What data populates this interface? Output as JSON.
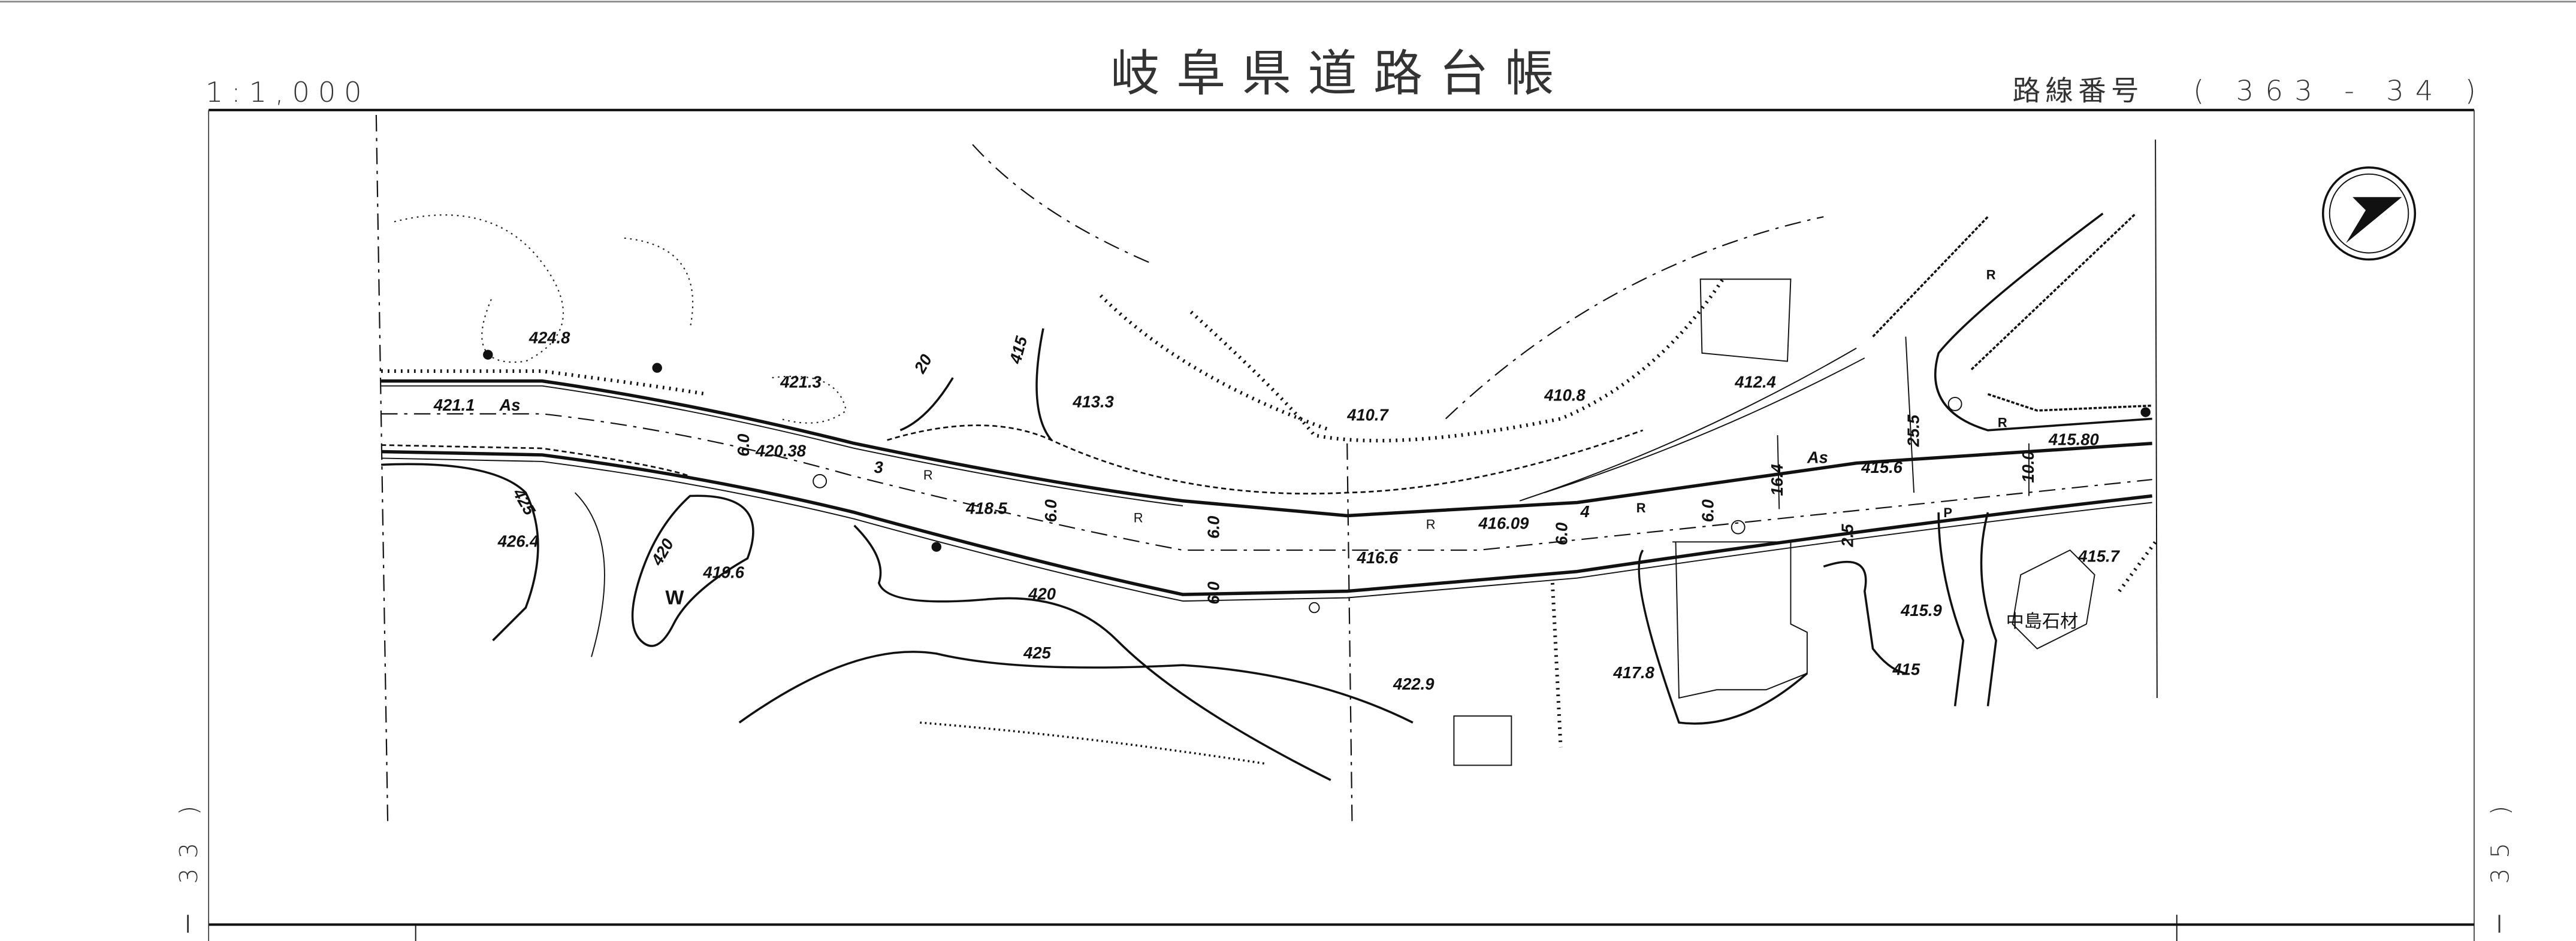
{
  "header": {
    "scale": "1:1,000",
    "title": "岐阜県道路台帳",
    "route_label": "路線番号",
    "route_number": "( 363 - 34 )"
  },
  "margins": {
    "left_sheet": "－ 33 )",
    "right_sheet": "－ 35 )"
  },
  "north_arrow": "north-arrow-icon",
  "map": {
    "elevations": [
      "424.8",
      "421.3",
      "413.3",
      "410.7",
      "410.8",
      "412.4",
      "421.1",
      "420.38",
      "418.5",
      "416.6",
      "416.09",
      "415.6",
      "415.80",
      "415.7",
      "415.9",
      "417.8",
      "422.9",
      "426.4",
      "419.6"
    ],
    "contours": [
      "420",
      "425",
      "420",
      "425",
      "20",
      "415",
      "415"
    ],
    "stations": [
      "3",
      "4"
    ],
    "widths": [
      "6.0",
      "6.0",
      "6.0",
      "6.0",
      "6.0",
      "6.0",
      "16.4",
      "25.5",
      "10.0",
      "2.5"
    ],
    "surface": [
      "As",
      "As"
    ],
    "symbols": [
      "R",
      "R",
      "R",
      "R",
      "R",
      "R",
      "W",
      "P"
    ],
    "place_names": [
      "中島石材"
    ]
  }
}
